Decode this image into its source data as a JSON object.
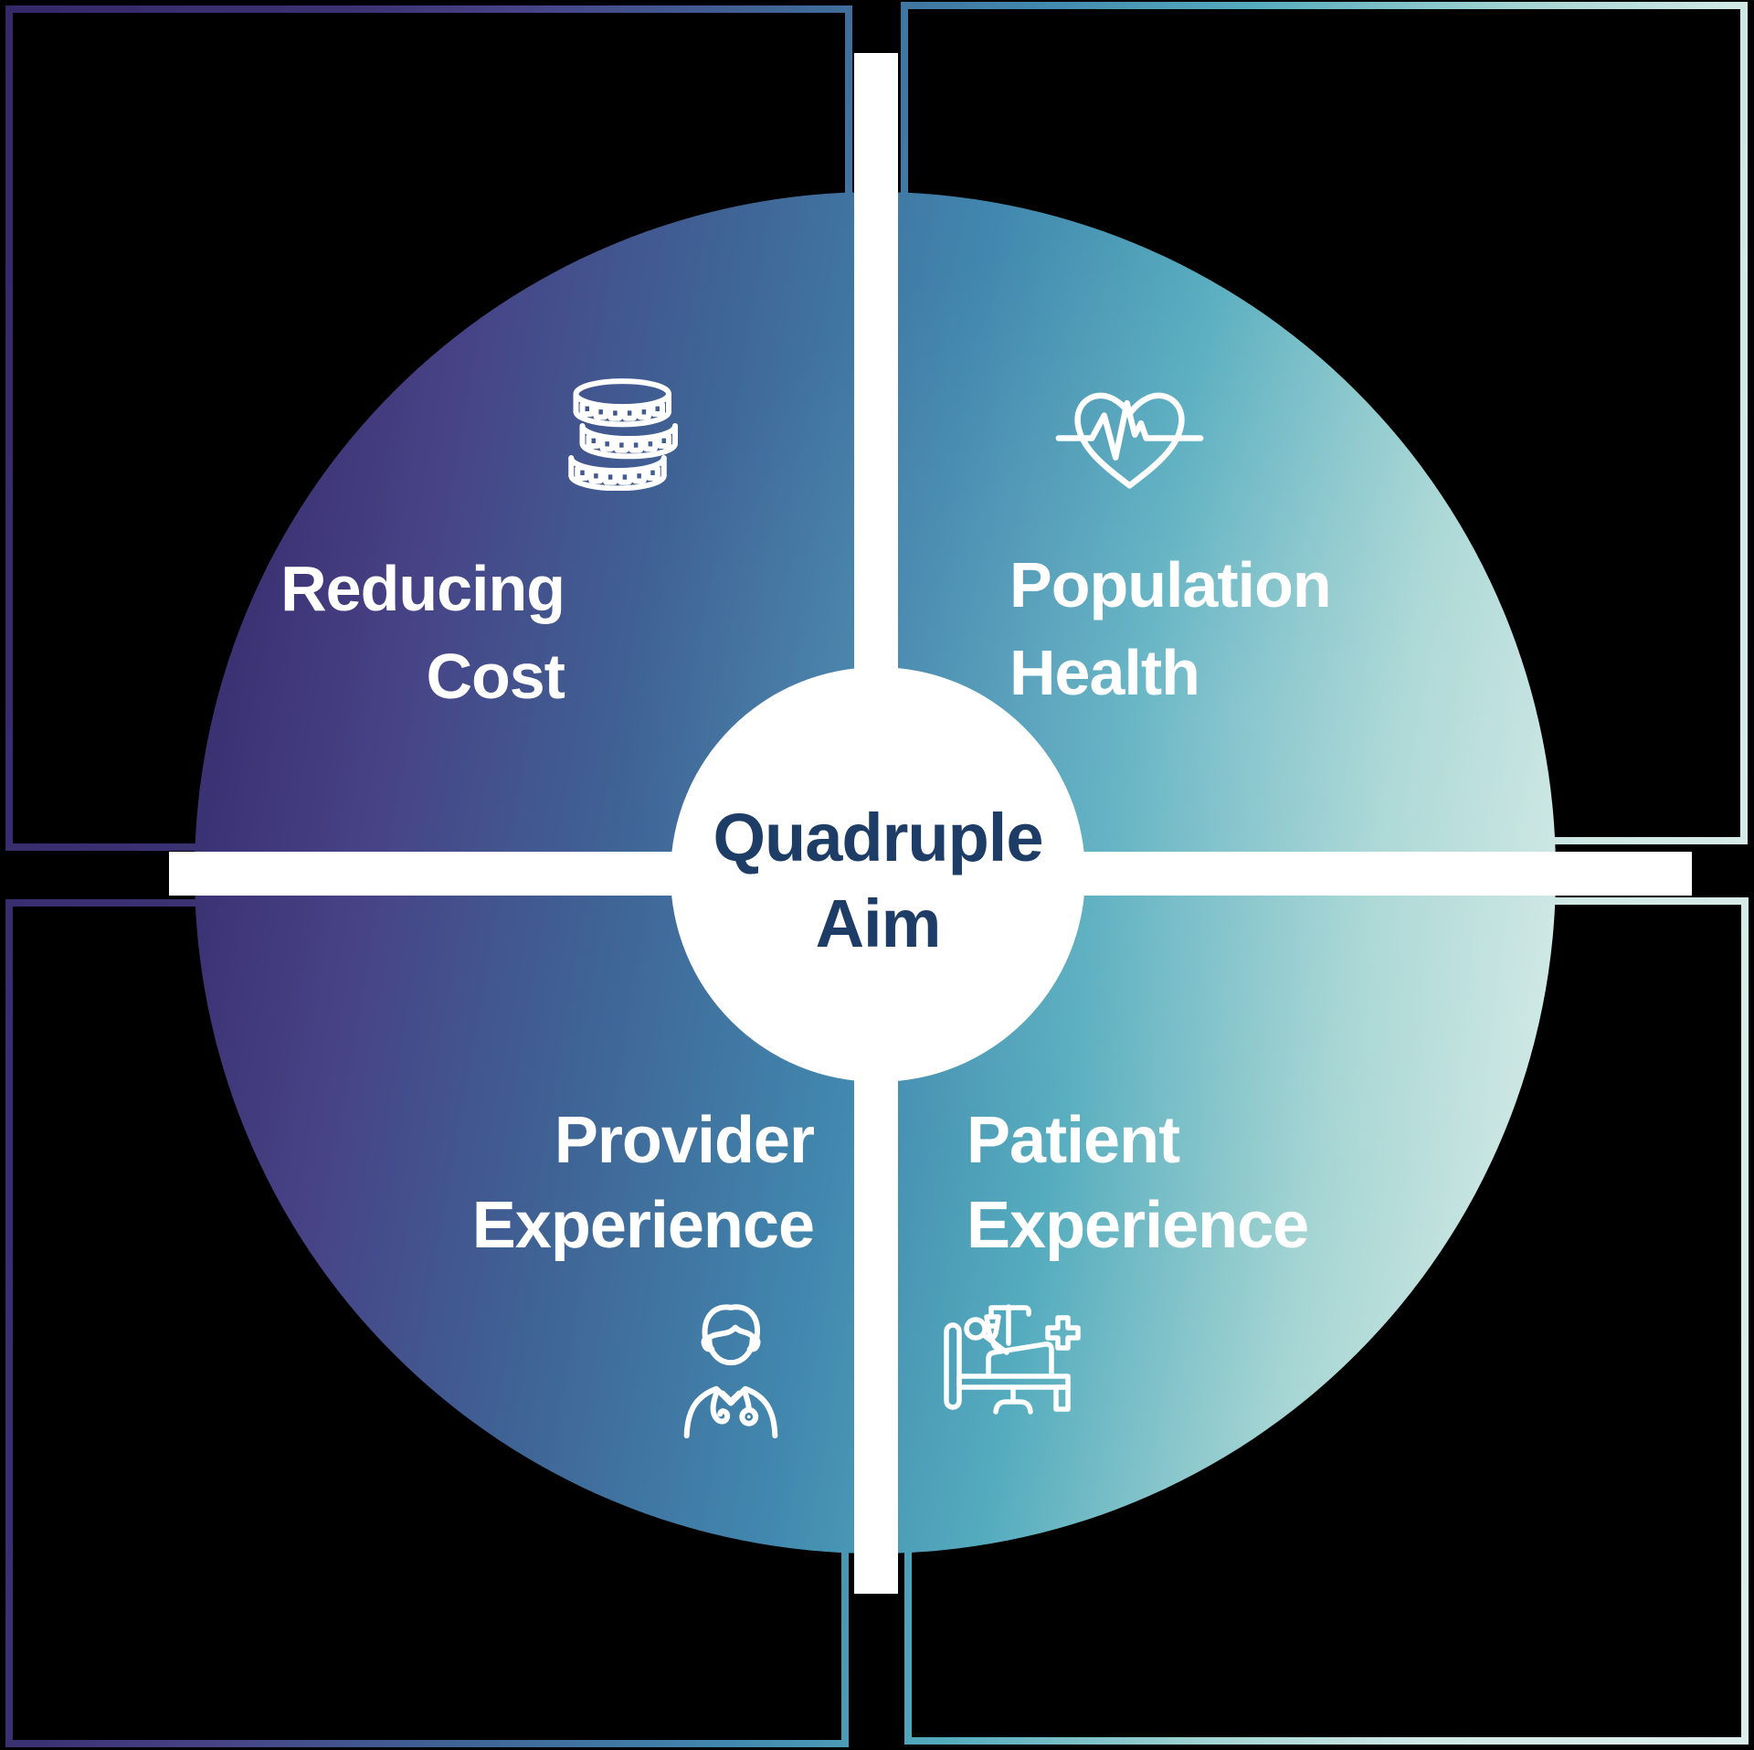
{
  "diagram": {
    "center": {
      "line1": "Quadruple",
      "line2": "Aim"
    },
    "quadrants": {
      "top_left": {
        "line1": "Reducing",
        "line2": "Cost",
        "icon": "coins-icon"
      },
      "top_right": {
        "line1": "Population",
        "line2": "Health",
        "icon": "heart-pulse-icon"
      },
      "bottom_left": {
        "line1": "Provider",
        "line2": "Experience",
        "icon": "doctor-icon"
      },
      "bottom_right": {
        "line1": "Patient",
        "line2": "Experience",
        "icon": "patient-bed-icon"
      }
    }
  },
  "colors": {
    "background": "#000000",
    "gradient_start": "#36296a",
    "gradient_indigo": "#3b3273",
    "gradient_purple": "#474286",
    "gradient_blue_indigo": "#3f6395",
    "gradient_blue": "#4187ae",
    "gradient_teal": "#55acbe",
    "gradient_mint": "#a5d5d3",
    "gradient_pale": "#cfe8e4",
    "gradient_end": "#ddeeea",
    "cross_color": "#ffffff",
    "center_circle": "#ffffff",
    "center_text": "#1d3c66",
    "label_text": "#ffffff",
    "icon_stroke": "#ffffff"
  }
}
